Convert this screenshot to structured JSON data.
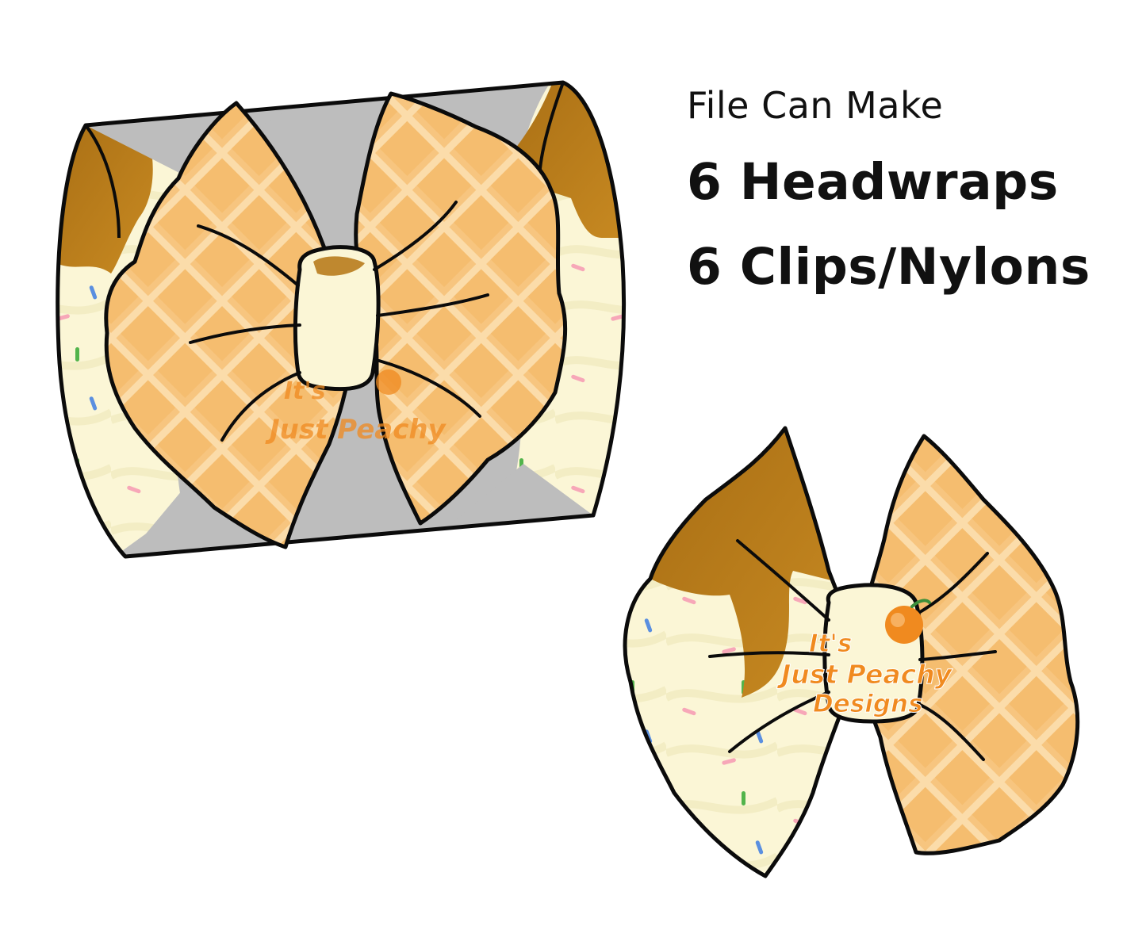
{
  "caption": {
    "line1": "File Can Make",
    "line2": "6 Headwraps",
    "line3": "6 Clips/Nylons"
  },
  "watermark": {
    "line1": "It's",
    "line2": "Just Peachy",
    "line3": "Designs"
  },
  "colors": {
    "waffle": "#f7c57f",
    "waffle_grid": "#fbdcaa",
    "caramel": "#b87c1d",
    "cream": "#fbf6d6",
    "band_gray": "#bdbdbd",
    "outline": "#0b0b0b",
    "peach": "#f08a1f"
  }
}
